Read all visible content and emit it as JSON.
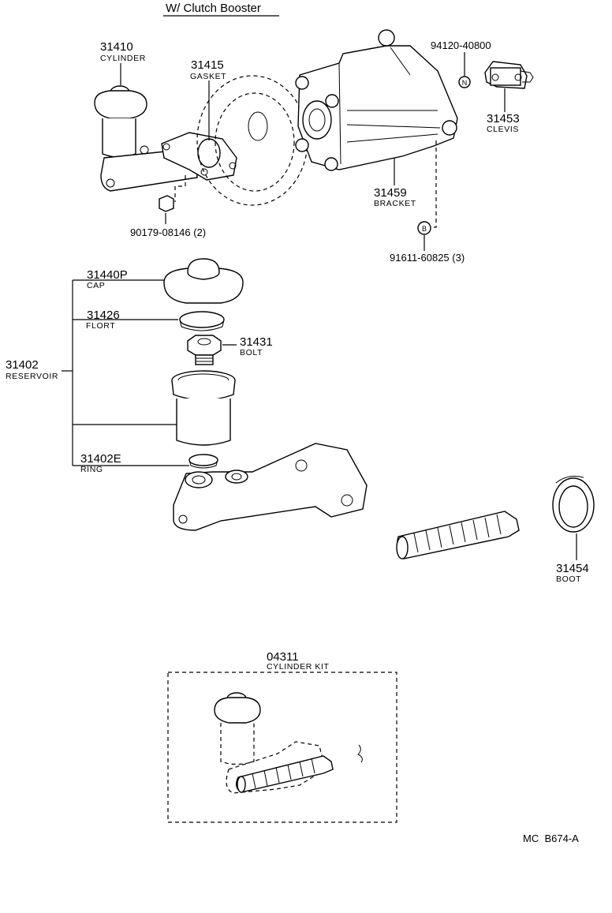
{
  "title": "W/ Clutch Booster",
  "footer_code": "MC  B674-A",
  "symbols": {
    "n_mark": "N",
    "b_mark": "B"
  },
  "callouts": {
    "p31410": {
      "number": "31410",
      "name": "CYLINDER"
    },
    "p31415": {
      "number": "31415",
      "name": "GASKET"
    },
    "p94120": {
      "number": "94120-40800"
    },
    "p31453": {
      "number": "31453",
      "name": "CLEVIS"
    },
    "p31459": {
      "number": "31459",
      "name": "BRACKET"
    },
    "p90179": {
      "number": "90179-08146 (2)"
    },
    "p91611": {
      "number": "91611-60825 (3)"
    },
    "p31440P": {
      "number": "31440P",
      "name": "CAP"
    },
    "p31426": {
      "number": "31426",
      "name": "FLORT"
    },
    "p31431": {
      "number": "31431",
      "name": "BOLT"
    },
    "p31402": {
      "number": "31402",
      "name": "RESERVOIR"
    },
    "p31402E": {
      "number": "31402E",
      "name": "RING"
    },
    "p31454": {
      "number": "31454",
      "name": "BOOT"
    },
    "p04311": {
      "number": "04311",
      "name": "CYLINDER KIT"
    }
  }
}
